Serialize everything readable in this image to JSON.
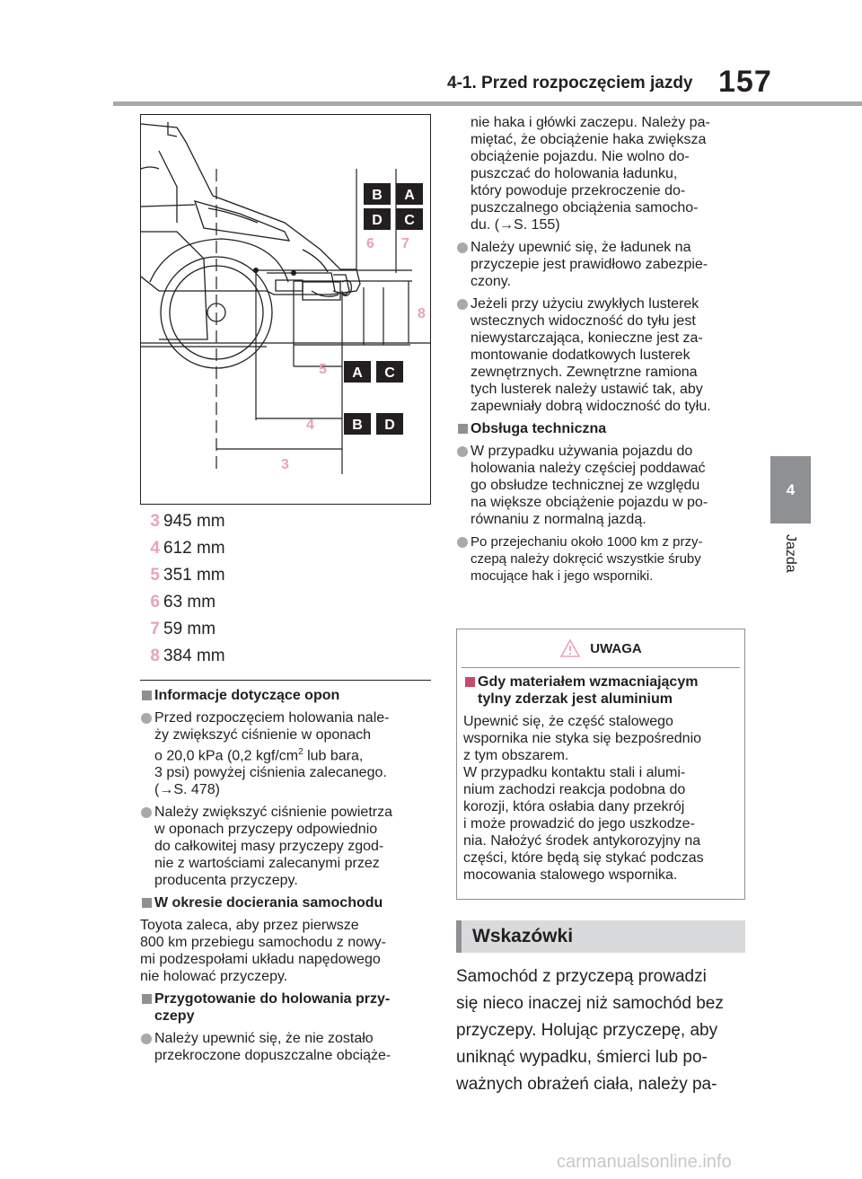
{
  "header": {
    "section": "4-1. Przed rozpoczęciem jazdy",
    "page": "157"
  },
  "side_tab": {
    "number": "4",
    "label": "Jazda"
  },
  "figure": {
    "badges": [
      "B",
      "A",
      "D",
      "C",
      "A",
      "C",
      "B",
      "D"
    ],
    "numbers": [
      "6",
      "7",
      "8",
      "5",
      "4",
      "3"
    ]
  },
  "dimensions": [
    {
      "n": "3",
      "v": "945 mm"
    },
    {
      "n": "4",
      "v": "612 mm"
    },
    {
      "n": "5",
      "v": "351 mm"
    },
    {
      "n": "6",
      "v": "63 mm"
    },
    {
      "n": "7",
      "v": "59 mm"
    },
    {
      "n": "8",
      "v": "384 mm"
    }
  ],
  "left": {
    "tires_head": "Informacje dotyczące opon",
    "tires_b1a": "Przed rozpoczęciem holowania nale-\nży zwiększyć ciśnienie w oponach\no 20,0 kPa (0,2 kgf/cm",
    "tires_b1sup": "2",
    "tires_b1b": " lub bara,\n3 psi) powyżej ciśnienia zalecanego.\n(→S. 478)",
    "tires_b2": "Należy zwiększyć ciśnienie powietrza\nw oponach przyczepy odpowiednio\ndo całkowitej masy przyczepy zgod-\nnie z wartościami zalecanymi przez\nproducenta przyczepy.",
    "breakin_head": "W okresie docierania samochodu",
    "breakin_text": "Toyota zaleca, aby przez pierwsze\n800 km przebiegu samochodu z nowy-\nmi podzespołami układu napędowego\nnie holować przyczepy.",
    "prep_head": "Przygotowanie do holowania przy-\nczepy",
    "prep_b1": "Należy upewnić się, że nie zostało\nprzekroczone dopuszczalne obciąże-"
  },
  "right": {
    "cont": "nie haka i główki zaczepu. Należy pa-\nmiętać, że obciążenie haka zwiększa\nobciążenie pojazdu. Nie wolno do-\npuszczać do holowania ładunku,\nktóry powoduje przekroczenie do-\npuszczalnego obciążenia samocho-\ndu. (→S. 155)",
    "b1": "Należy upewnić się, że ładunek na\nprzyczepie jest prawidłowo zabezpie-\nczony.",
    "b2": "Jeżeli przy użyciu zwykłych lusterek\nwstecznych widoczność do tyłu jest\nniewystarczająca, konieczne jest za-\nmontowanie dodatkowych lusterek\nzewnętrznych. Zewnętrzne ramiona\ntych lusterek należy ustawić tak, aby\nzapewniały dobrą widoczność do tyłu.",
    "service_head": "Obsługa techniczna",
    "b3": "W przypadku używania pojazdu do\nholowania należy częściej poddawać\ngo obsłudze technicznej ze względu\nna większe obciążenie pojazdu w po-\nrównaniu z normalną jazdą.",
    "b4": "Po przejechaniu około 1000 km z przy-\nczepą należy dokręcić wszystkie śruby\nmocujące hak i jego wsporniki."
  },
  "warning": {
    "title": "UWAGA",
    "head": "Gdy materiałem wzmacniającym\ntylny zderzak jest aluminium",
    "text": "Upewnić się, że część stalowego\nwspornika nie styka się bezpośrednio\nz tym obszarem.\nW przypadku kontaktu stali i alumi-\nnium zachodzi reakcja podobna do\nkorozji, która osłabia dany przekrój\ni może prowadzić do jego uszkodze-\nnia. Nałożyć środek antykorozyjny na\nczęści, które będą się stykać podczas\nmocowania stalowego wspornika."
  },
  "tips": {
    "title": "Wskazówki",
    "text": "Samochód z przyczepą prowadzi\nsię nieco inaczej niż samochód bez\nprzyczepy. Holując przyczepę, aby\nuniknąć wypadku, śmierci lub po-\nważnych obrażeń ciała, należy pa-"
  },
  "watermark": "carmanualsonline.info",
  "colors": {
    "accent_pink": "#e9a3b6",
    "badge": "#231f20",
    "gray": "#8f9093"
  }
}
